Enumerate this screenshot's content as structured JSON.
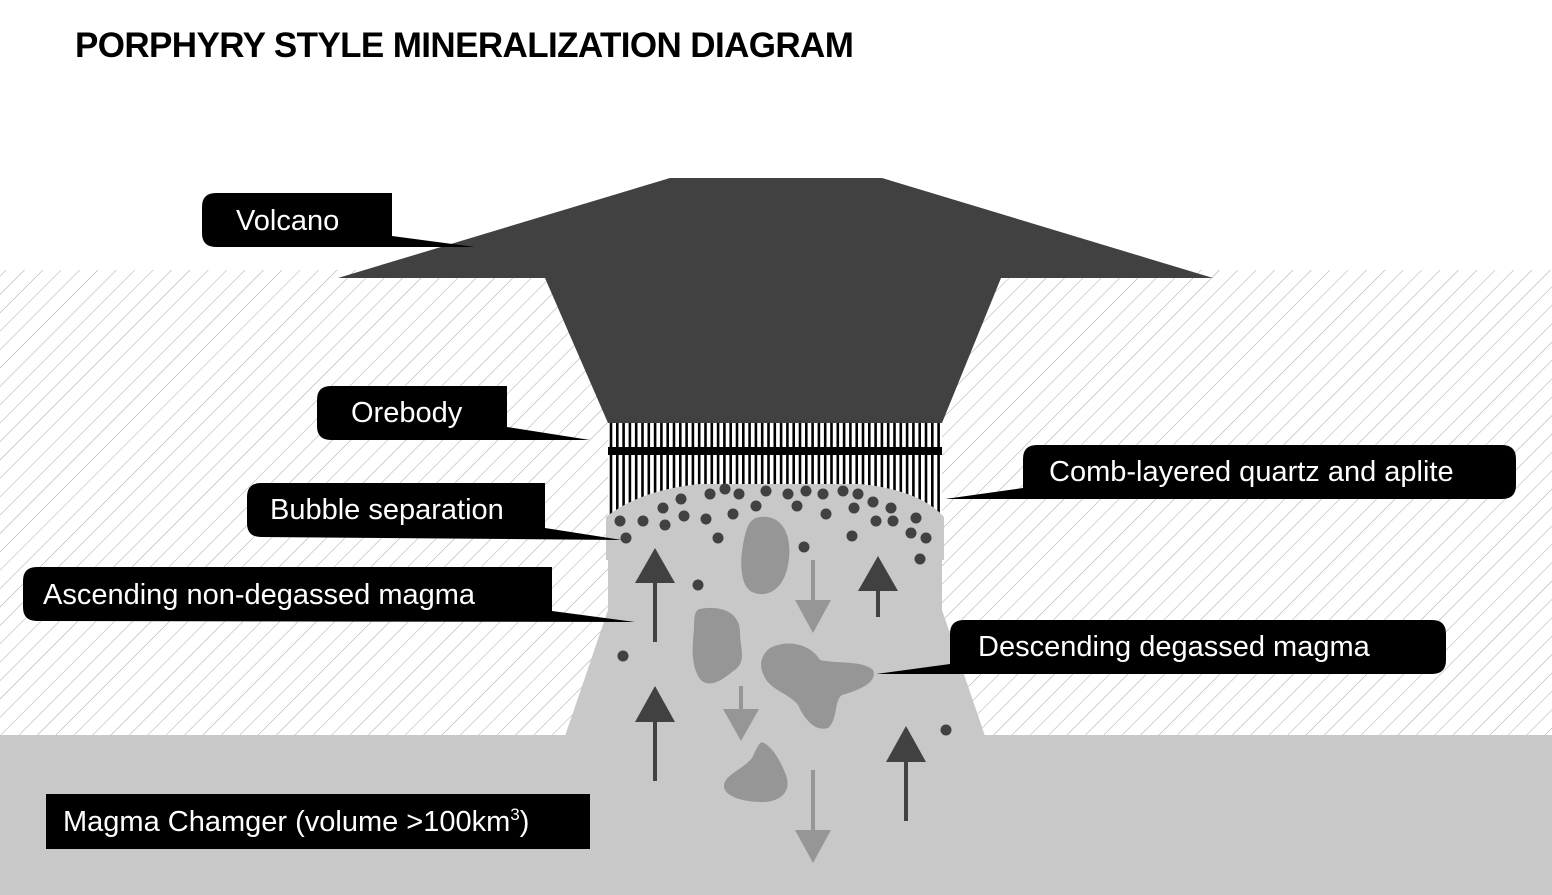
{
  "title": "PORPHYRY STYLE MINERALIZATION DIAGRAM",
  "labels": {
    "volcano": "Volcano",
    "orebody": "Orebody",
    "bubble_separation": "Bubble separation",
    "ascending_magma": "Ascending non-degassed magma",
    "comb_layered": "Comb-layered quartz and aplite",
    "descending_magma": "Descending degassed magma",
    "magma_chamber": "Magma Chamger (volume >100km",
    "magma_chamber_sup": "3",
    "magma_chamber_close": ")"
  },
  "colors": {
    "volcano": "#414141",
    "label_bg": "#000000",
    "label_text": "#ffffff",
    "conduit": "#c8c8c8",
    "chamber": "#c8c8c8",
    "hatch": "#a8a8a8",
    "blob": "#969696",
    "arrow_up": "#414141",
    "arrow_down": "#969696",
    "bubble": "#414141"
  }
}
